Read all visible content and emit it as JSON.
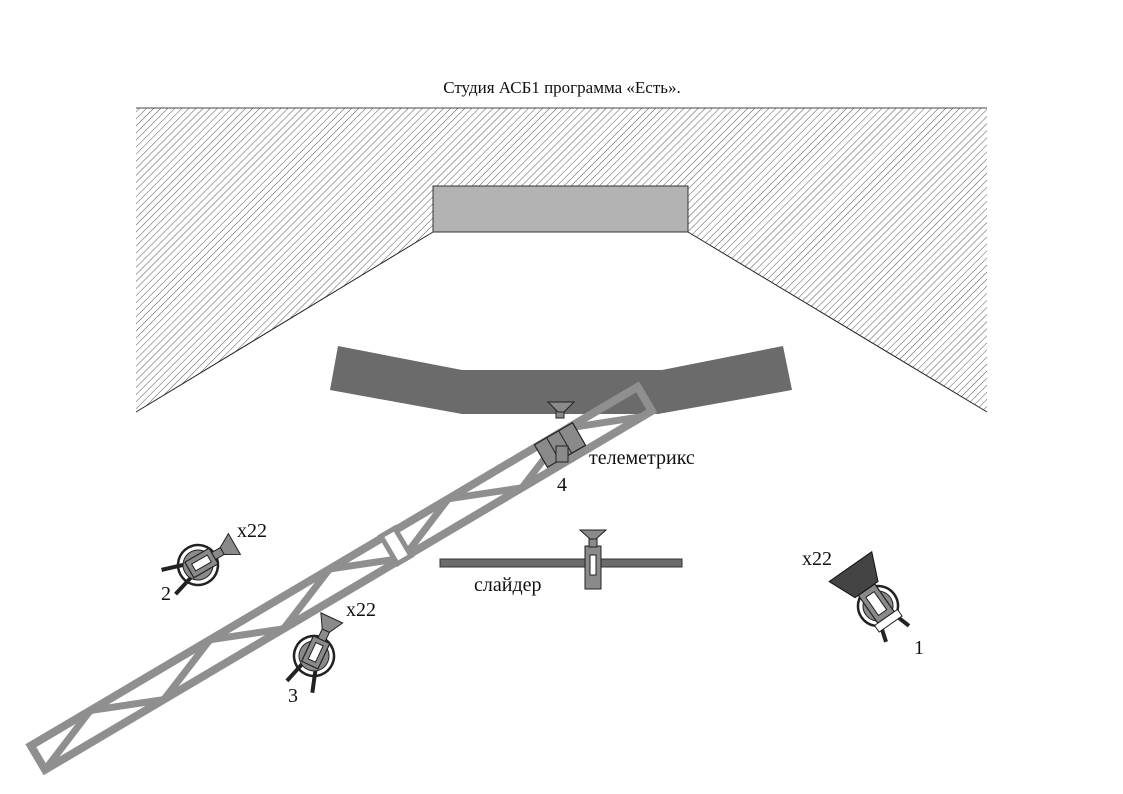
{
  "title": "Студия АСБ1 программа «Есть».",
  "cameras": [
    {
      "number": "1",
      "zoom": "x22"
    },
    {
      "number": "2",
      "zoom": "x22"
    },
    {
      "number": "3",
      "zoom": "x22"
    },
    {
      "number": "4",
      "zoom": ""
    }
  ],
  "labels": {
    "crane": "телеметрикс",
    "slider": "слайдер"
  },
  "colors": {
    "background": "#ffffff",
    "wall_hatch": "#555555",
    "backdrop": "#b3b3b3",
    "table": "#6b6b6b",
    "crane": "#8f8f8f",
    "camera_body": "#8a8a8a"
  }
}
